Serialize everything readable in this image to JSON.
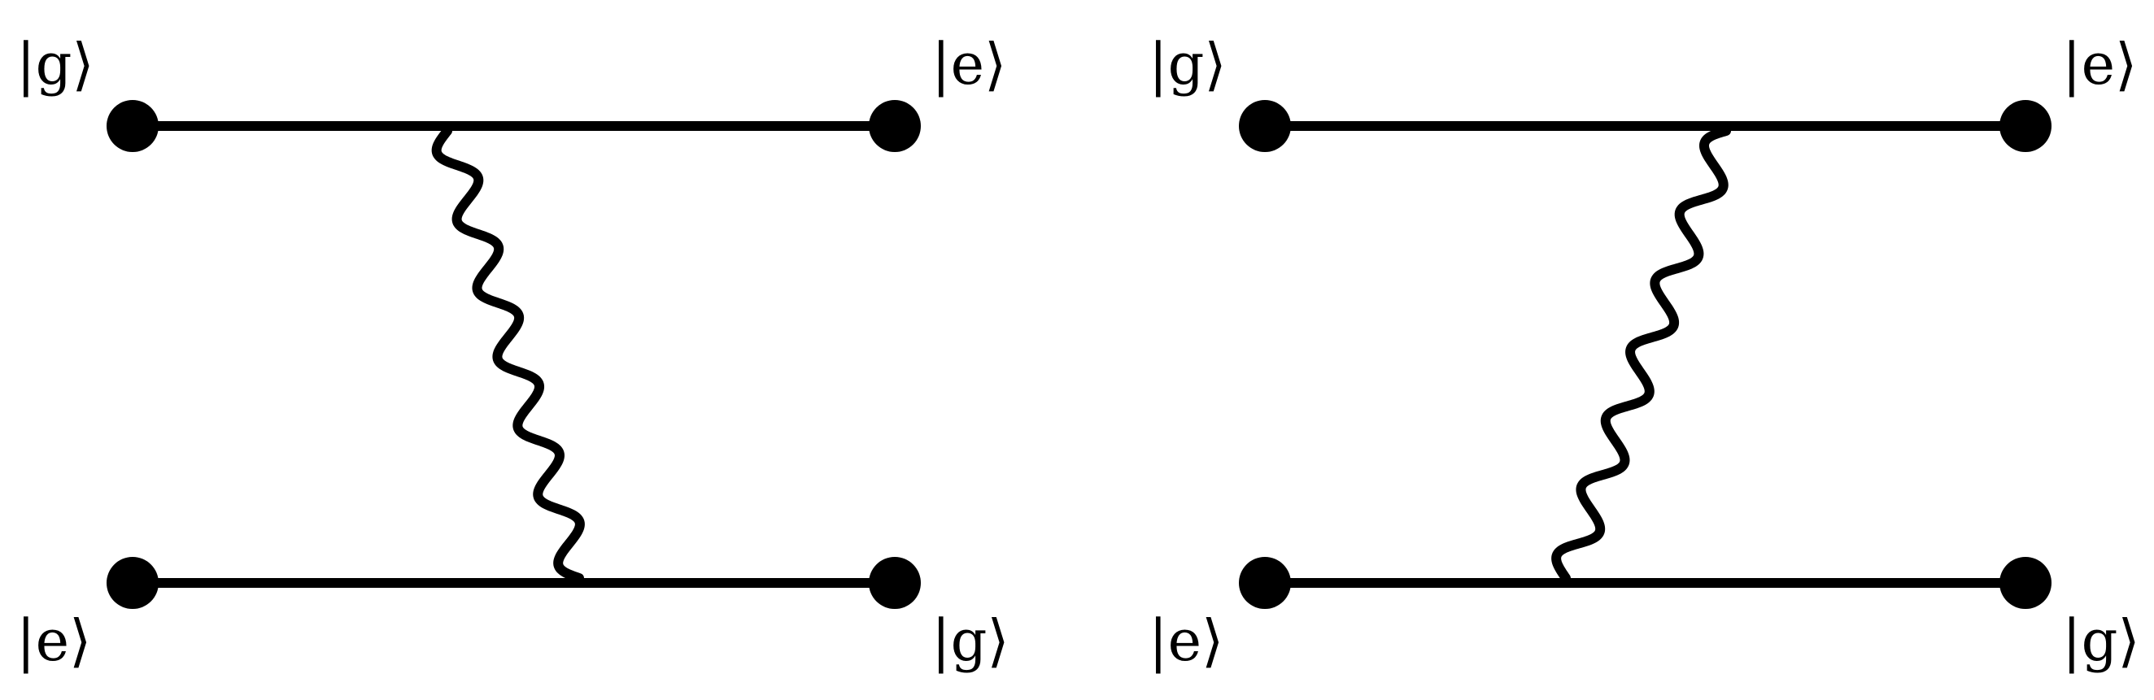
{
  "diagrams": [
    {
      "top_left_ket": "|g⟩",
      "top_right_ket": "|e⟩",
      "bottom_left_ket": "|e⟩",
      "bottom_right_ket": "|g⟩"
    },
    {
      "top_left_ket": "|g⟩",
      "top_right_ket": "|e⟩",
      "bottom_left_ket": "|e⟩",
      "bottom_right_ket": "|g⟩"
    }
  ],
  "colors": {
    "stroke": "#000000",
    "background": "#ffffff"
  }
}
